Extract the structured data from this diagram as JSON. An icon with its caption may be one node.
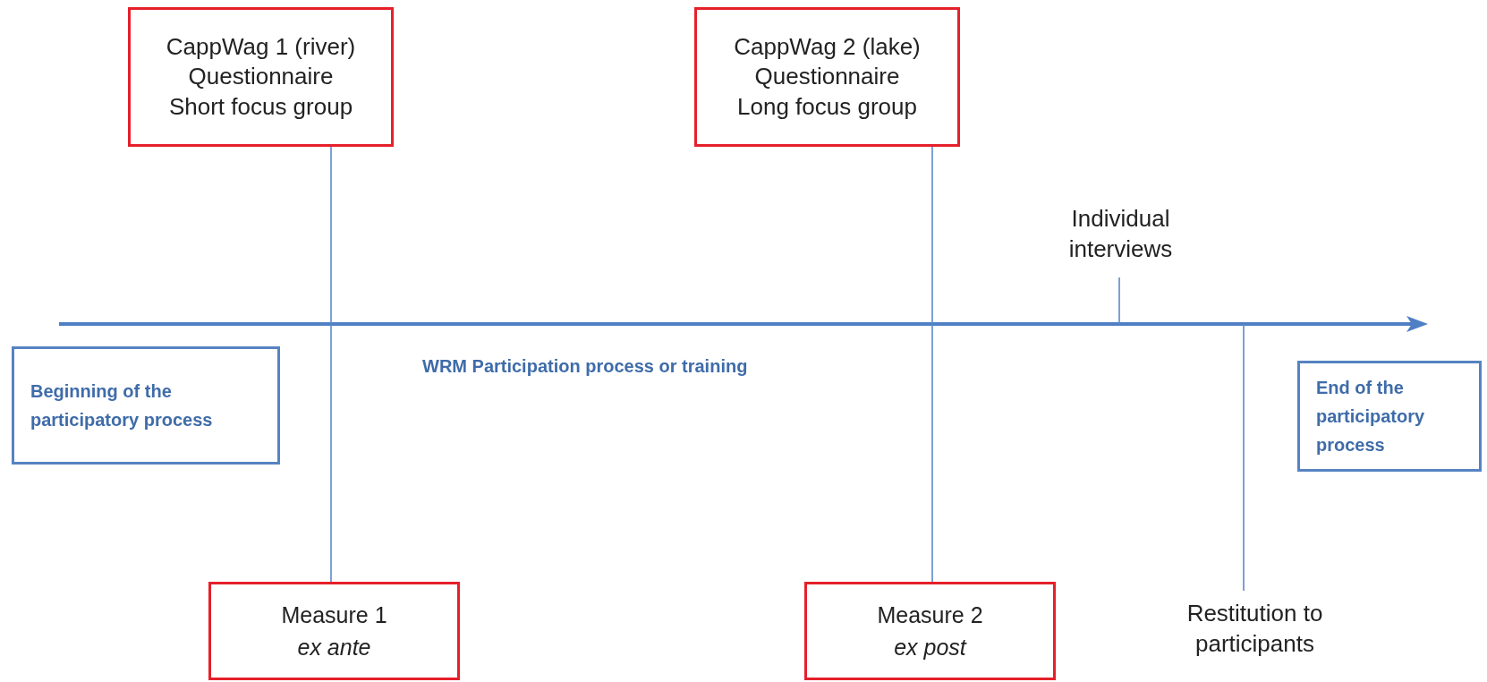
{
  "diagram": {
    "nodes": [
      {
        "text": [
          "CappWag 1 (river)",
          "Questionnaire",
          "Short focus group"
        ]
      },
      {
        "text": [
          "CappWag 2 (lake)",
          "Questionnaire",
          "Long focus group"
        ]
      },
      {
        "text": [
          "Individual interviews"
        ]
      },
      {
        "text": [
          "Beginning of the participatory process"
        ]
      },
      {
        "text": [
          "End of the participatory process"
        ]
      },
      {
        "text": [
          "Measure 1",
          "ex ante"
        ]
      },
      {
        "text": [
          "Measure 2",
          "ex post"
        ]
      },
      {
        "text": [
          "Restitution to participants"
        ]
      }
    ],
    "edges": [
      {
        "from": 0,
        "to": 5,
        "arrow": "none"
      },
      {
        "from": 1,
        "to": 6,
        "arrow": "none"
      },
      {
        "from": 2,
        "to": null,
        "arrow": "none"
      },
      {
        "from": 7,
        "to": null,
        "arrow": "none"
      }
    ],
    "labels": [
      "WRM Participation process or training"
    ]
  }
}
